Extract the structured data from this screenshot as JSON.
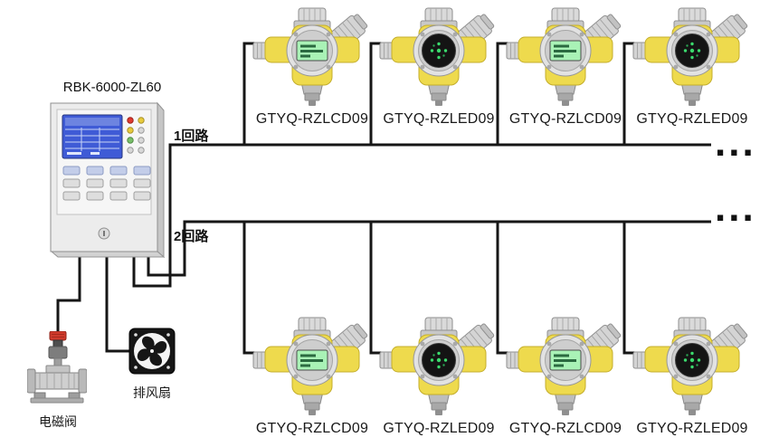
{
  "controller": {
    "model": "RBK-6000-ZL60"
  },
  "loops": {
    "loop1": "1回路",
    "loop2": "2回路"
  },
  "detectors": {
    "top": [
      {
        "label": "GTYQ-RZLCD09",
        "display": "lcd"
      },
      {
        "label": "GTYQ-RZLED09",
        "display": "led"
      },
      {
        "label": "GTYQ-RZLCD09",
        "display": "lcd"
      },
      {
        "label": "GTYQ-RZLED09",
        "display": "led"
      }
    ],
    "bottom": [
      {
        "label": "GTYQ-RZLCD09",
        "display": "lcd"
      },
      {
        "label": "GTYQ-RZLED09",
        "display": "led"
      },
      {
        "label": "GTYQ-RZLCD09",
        "display": "lcd"
      },
      {
        "label": "GTYQ-RZLED09",
        "display": "led"
      }
    ]
  },
  "peripherals": {
    "valve": "电磁阀",
    "fan": "排风扇"
  },
  "ellipsis": {
    "top": "...",
    "bottom": "..."
  },
  "colors": {
    "wire": "#161616",
    "detector_body_yellow": "#eeda4d",
    "lcd_green": "#a9f2b6",
    "led_dot_green": "#3bdb6d",
    "valve_cap_red": "#cf3a2c",
    "controller_screen_blue": "#3f5bd6"
  }
}
